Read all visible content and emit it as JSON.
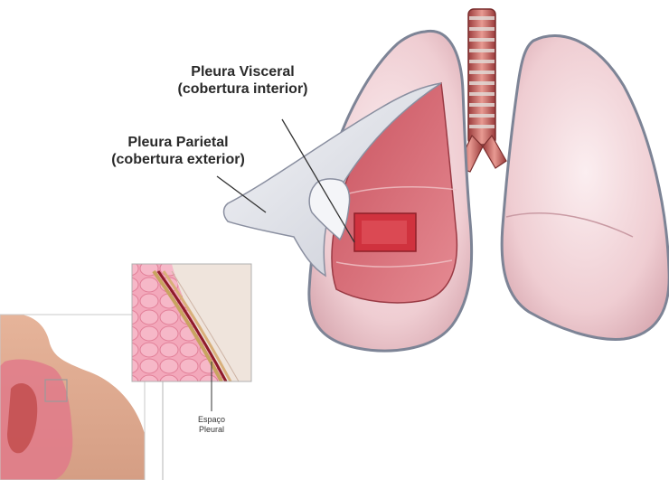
{
  "labels": {
    "visceral_title": "Pleura Visceral",
    "visceral_sub": "(cobertura interior)",
    "parietal_title": "Pleura Parietal",
    "parietal_sub": "(cobertura exterior)",
    "space_title": "Espaço",
    "space_sub": "Pleural"
  },
  "colors": {
    "lung_fill": "#f2d4d8",
    "lung_edge": "#7d8496",
    "cut_tissue": "#d9707a",
    "pleura_sheet": "#e6e8ee",
    "trachea": "#c65a5a"
  }
}
